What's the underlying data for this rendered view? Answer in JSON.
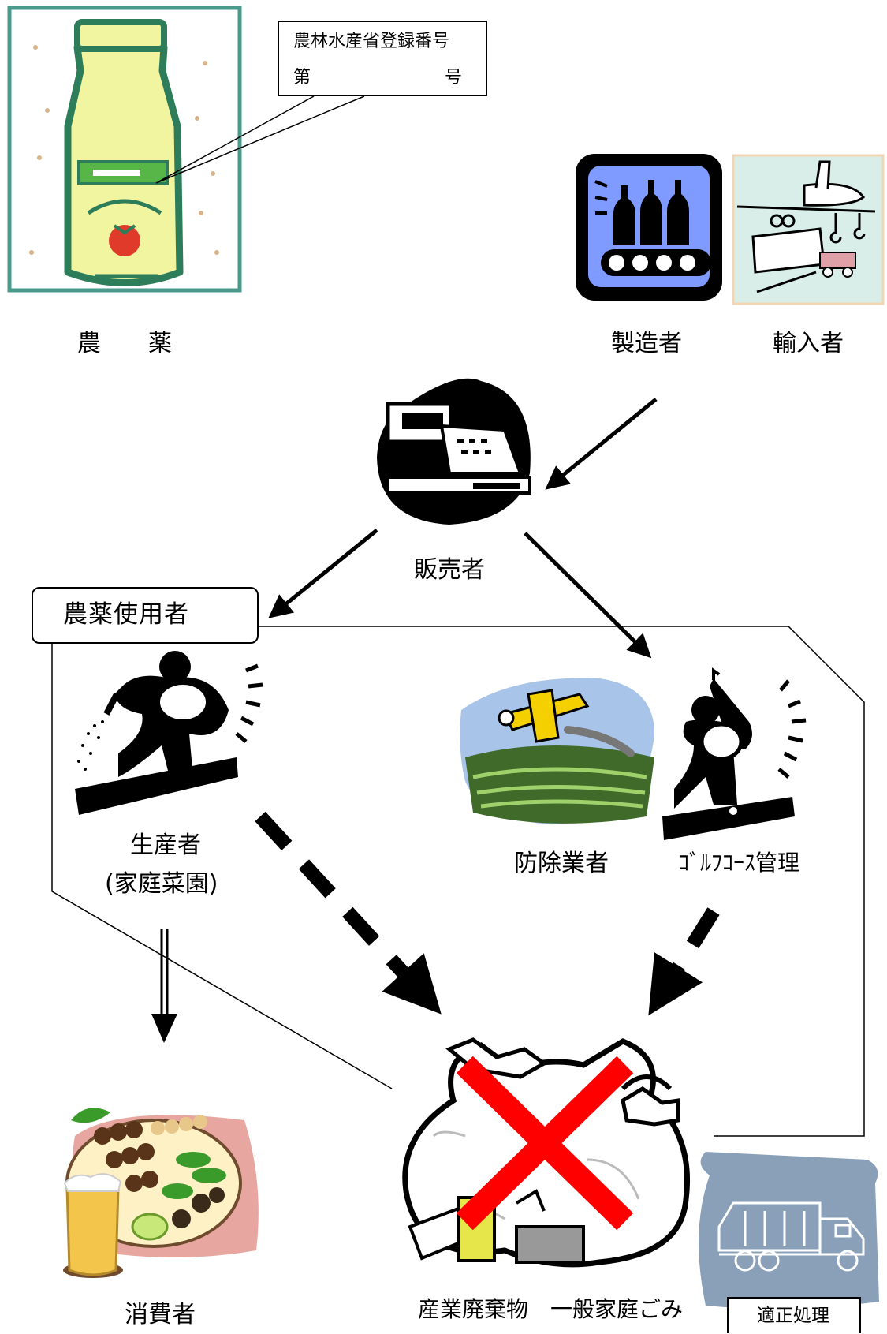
{
  "labels": {
    "pesticide": "農　　薬",
    "manufacturer": "製造者",
    "importer": "輸入者",
    "seller": "販売者",
    "pesticide_user": "農薬使用者",
    "producer": "生産者",
    "home_garden": "(家庭菜園)",
    "pest_control": "防除業者",
    "golf_course": "ｺﾞﾙﾌｺｰｽ管理",
    "consumer": "消費者",
    "waste": "産業廃棄物　一般家庭ごみ",
    "proper_disposal": "適正処理"
  },
  "registration": {
    "title": "農林水産省登録番号",
    "number_prefix": "第",
    "number_suffix": "号"
  },
  "colors": {
    "cross": "#ff0000",
    "machine_bg": "#7f9bff",
    "truck_bg": "#8aa0b8",
    "bottle_liquid": "#f2f5a0",
    "bottle_label": "#58b548",
    "tomato": "#e03a2a",
    "frame": "#4a9a8c"
  },
  "icons": [
    "pesticide-bottle-icon",
    "factory-bottling-icon",
    "airplane-cargo-icon",
    "cash-register-icon",
    "farmer-spraying-icon",
    "crop-duster-plane-icon",
    "golfer-icon",
    "food-beer-icon",
    "garbage-bags-icon",
    "garbage-truck-icon",
    "prohibited-cross-icon"
  ]
}
